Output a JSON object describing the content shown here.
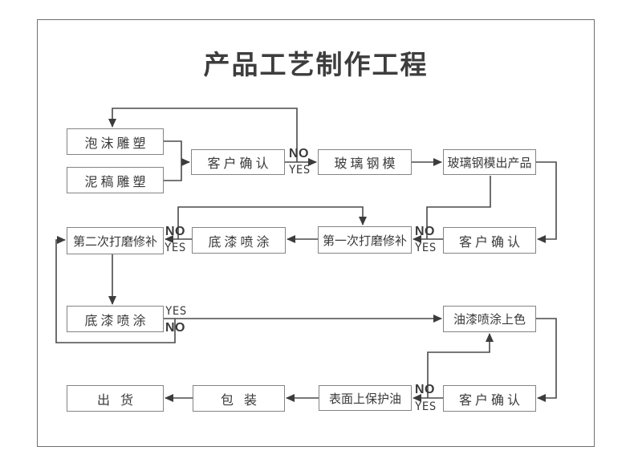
{
  "title": "产品工艺制作工程",
  "labels": {
    "no": "NO",
    "yes": "YES"
  },
  "nodes": {
    "foam_sculpt": {
      "label": "泡沫雕塑"
    },
    "clay_sculpt": {
      "label": "泥稿雕塑"
    },
    "confirm1": {
      "label": "客户确认"
    },
    "frp_mold": {
      "label": "玻璃钢模"
    },
    "frp_product": {
      "label": "玻璃钢模出产品"
    },
    "sand2": {
      "label": "第二次打磨修补"
    },
    "primer2": {
      "label": "底漆喷涂"
    },
    "sand1": {
      "label": "第一次打磨修补"
    },
    "confirm2": {
      "label": "客户确认"
    },
    "primer3": {
      "label": "底漆喷涂"
    },
    "paint_color": {
      "label": "油漆喷涂上色"
    },
    "ship": {
      "label": "出货"
    },
    "pack": {
      "label": "包装"
    },
    "protect_oil": {
      "label": "表面上保护油"
    },
    "confirm3": {
      "label": "客户确认"
    }
  },
  "colors": {
    "line": "#4a4a4a",
    "box_border": "#848484",
    "frame_border": "#6f6f6f",
    "text": "#3a3a3a",
    "background": "#ffffff"
  }
}
